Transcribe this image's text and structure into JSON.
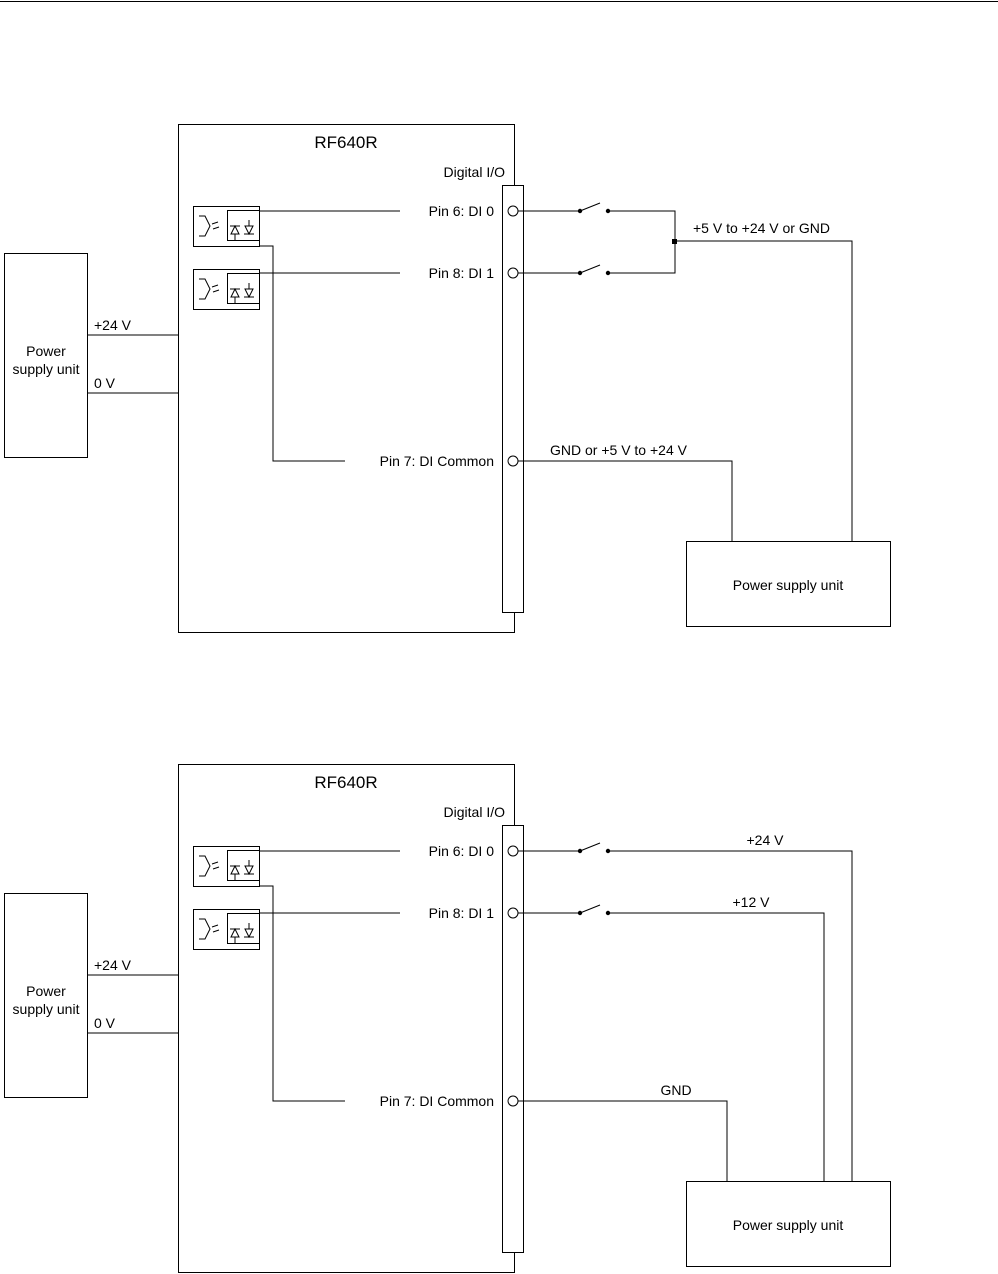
{
  "diagrams": [
    {
      "device": "RF640R",
      "port": "Digital I/O",
      "left_psu": {
        "label_line1": "Power",
        "label_line2": "supply unit",
        "pos": "+24 V",
        "neg": "0 V"
      },
      "pins": {
        "di0": "Pin 6: DI 0",
        "di1": "Pin 8: DI 1",
        "common": "Pin 7: DI Common"
      },
      "wire_labels": {
        "switches": "+5 V to +24 V or GND",
        "common": "GND or +5 V to +24 V"
      },
      "right_psu": "Power supply unit"
    },
    {
      "device": "RF640R",
      "port": "Digital I/O",
      "left_psu": {
        "label_line1": "Power",
        "label_line2": "supply unit",
        "pos": "+24 V",
        "neg": "0 V"
      },
      "pins": {
        "di0": "Pin 6: DI 0",
        "di1": "Pin 8: DI 1",
        "common": "Pin 7: DI Common"
      },
      "wire_labels": {
        "di0": "+24 V",
        "di1": "+12 V",
        "common": "GND"
      },
      "right_psu": "Power supply unit"
    }
  ]
}
